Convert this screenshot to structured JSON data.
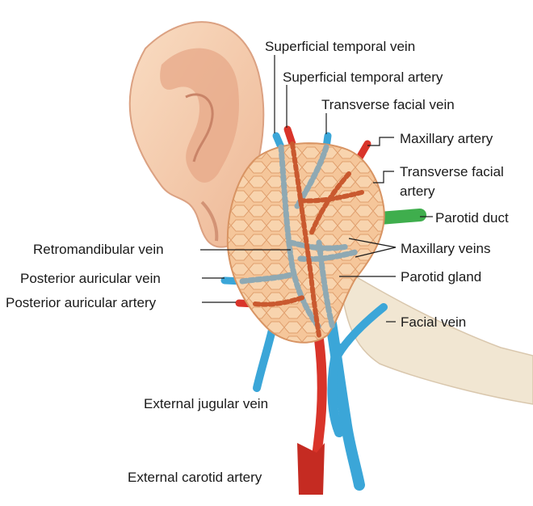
{
  "labels": {
    "superficial_temporal_vein": "Superficial temporal vein",
    "superficial_temporal_artery": "Superficial temporal artery",
    "transverse_facial_vein": "Transverse facial vein",
    "maxillary_artery": "Maxillary artery",
    "transverse_facial_artery_1": "Transverse facial",
    "transverse_facial_artery_2": "artery",
    "parotid_duct": "Parotid duct",
    "retromandibular_vein": "Retromandibular vein",
    "maxillary_veins": "Maxillary veins",
    "posterior_auricular_vein": "Posterior auricular vein",
    "parotid_gland": "Parotid gland",
    "posterior_auricular_artery": "Posterior auricular artery",
    "facial_vein": "Facial vein",
    "external_jugular_vein": "External jugular vein",
    "external_carotid_artery": "External carotid artery"
  },
  "colors": {
    "skin": "#f6d2b4",
    "skin_shadow": "#dfa486",
    "gland": "#f5c69a",
    "gland_lines": "#e3a475",
    "artery": "#d9342a",
    "artery_dark": "#a8261f",
    "vein": "#3ba6d8",
    "vein_dark": "#2a7fae",
    "duct": "#3fae4d",
    "neck": "#f1e6d2"
  },
  "icons": {
    "ear": "ear-illustration",
    "gland": "parotid-gland-illustration"
  }
}
